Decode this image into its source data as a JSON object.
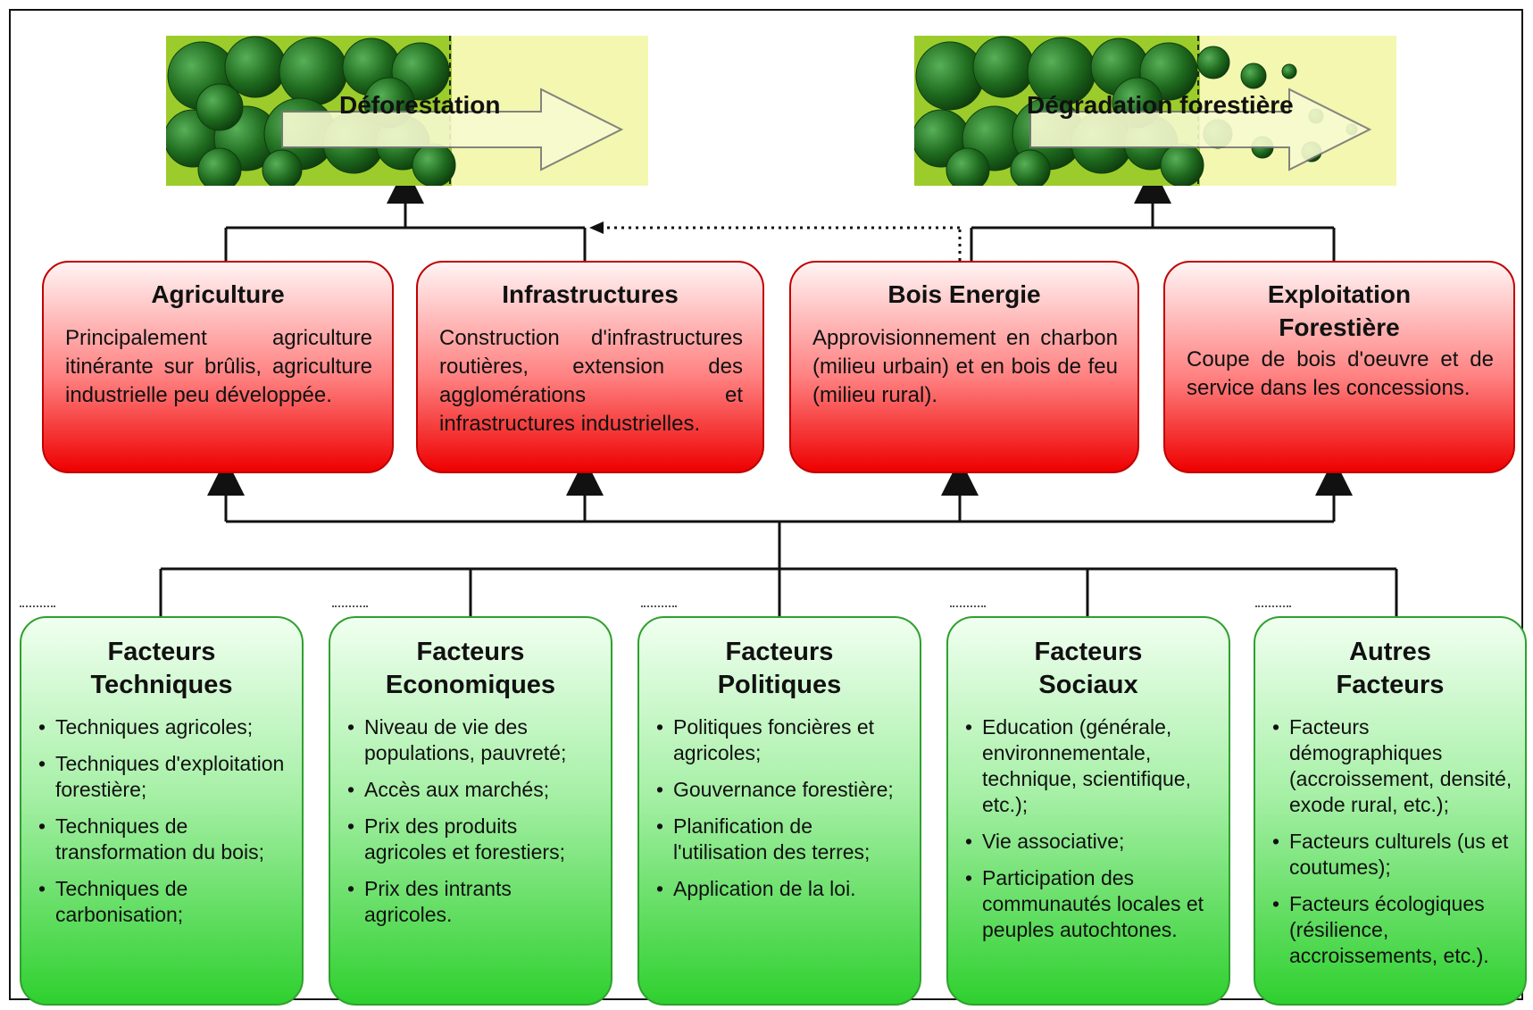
{
  "top": {
    "deforestation_label": "Déforestation",
    "degradation_label": "Dégradation forestière"
  },
  "causes": [
    {
      "title": "Agriculture",
      "text": "Principalement agriculture itinérante sur brûlis, agriculture industrielle peu développée."
    },
    {
      "title": "Infrastructures",
      "text": "Construction d'infrastructures routières, extension des agglomérations et infrastructures industrielles."
    },
    {
      "title": "Bois Energie",
      "text": "Approvisionnement en charbon (milieu urbain) et en bois de feu (milieu rural)."
    },
    {
      "title": "Exploitation Forestière",
      "text": "Coupe de bois d'oeuvre et de service dans les concessions."
    }
  ],
  "factors": [
    {
      "title": "Facteurs Techniques",
      "items": [
        "Techniques agricoles;",
        "Techniques d'exploitation forestière;",
        "Techniques de transformation du bois;",
        "Techniques de carbonisation;"
      ]
    },
    {
      "title": "Facteurs Economiques",
      "items": [
        "Niveau de vie des populations, pauvreté;",
        "Accès aux marchés;",
        "Prix des produits agricoles et forestiers;",
        "Prix des intrants agricoles."
      ]
    },
    {
      "title": "Facteurs Politiques",
      "items": [
        "Politiques foncières et agricoles;",
        "Gouvernance forestière;",
        "Planification de l'utilisation des terres;",
        "Application de la loi."
      ]
    },
    {
      "title": "Facteurs Sociaux",
      "items": [
        "Education (générale, environnementale, technique, scientifique, etc.);",
        "Vie associative;",
        "Participation des communautés locales et peuples autochtones."
      ]
    },
    {
      "title": "Autres Facteurs",
      "items": [
        "Facteurs démographiques (accroissement, densité, exode rural, etc.);",
        "Facteurs culturels (us et coutumes);",
        "Facteurs écologiques (résilience, accroissements, etc.)."
      ]
    }
  ],
  "colors": {
    "cause_fill": "#ff2a2a",
    "cause_border": "#c00000",
    "factor_fill": "#3ccf3c",
    "factor_border": "#2fa02f",
    "tree": "#1f6b1f",
    "band": "#f3f7b0"
  }
}
